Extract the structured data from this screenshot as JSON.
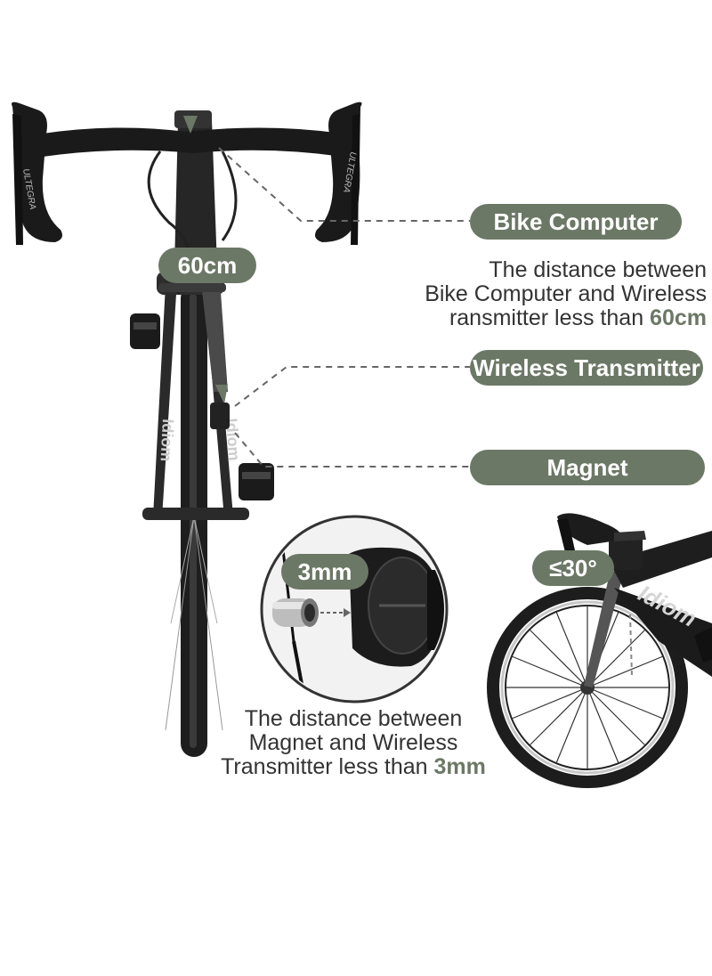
{
  "colors": {
    "accent": "#6c7866",
    "text": "#333333",
    "dash": "#666666",
    "bike": "#1c1c1c"
  },
  "labels": {
    "bike_computer": "Bike Computer",
    "wireless_transmitter": "Wireless Transmitter",
    "magnet": "Magnet",
    "distance_60": "60cm",
    "distance_3": "3mm",
    "angle": "≤30°"
  },
  "notes": {
    "computer": {
      "line1": "The distance between",
      "line2": "Bike Computer and Wireless",
      "line3_prefix": "ransmitter less than ",
      "line3_value": "60cm"
    },
    "magnet": {
      "line1": "The distance between",
      "line2": "Magnet and Wireless",
      "line3_prefix": "Transmitter less than ",
      "line3_value": "3mm"
    }
  },
  "bike_decals": {
    "shifter": "ULTEGRA",
    "frame": "Idiom"
  },
  "icons": [
    "front-bicycle-illustration",
    "magnet-sensor-closeup",
    "side-bicycle-illustration"
  ]
}
